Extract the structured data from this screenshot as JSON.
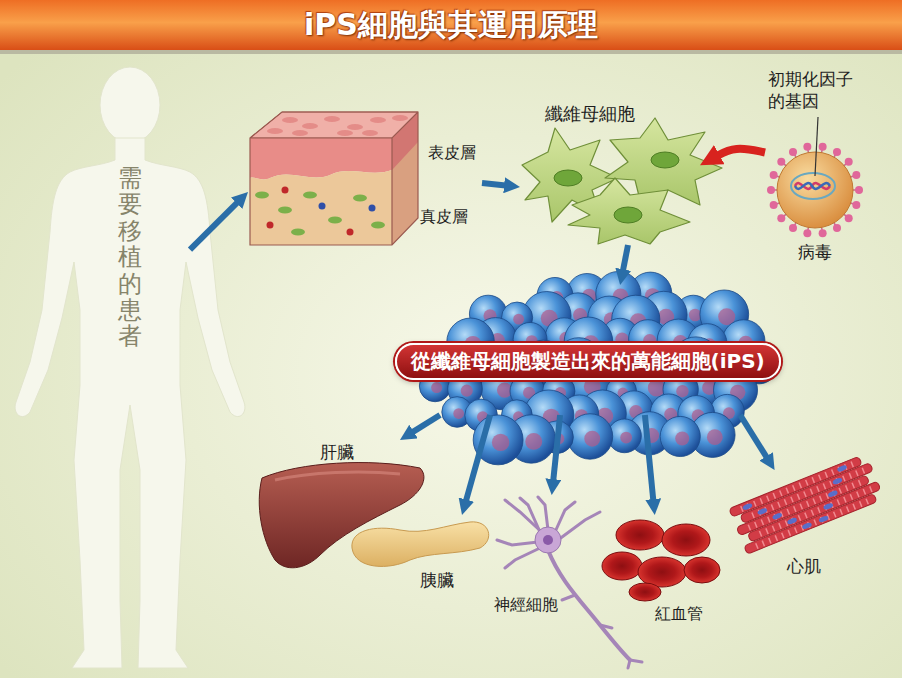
{
  "diagram": {
    "title": "iPS細胞與其運用原理",
    "nodes": [
      {
        "text": [
          "需要移植的患者"
        ]
      },
      {
        "text": [
          "表皮層",
          "真皮層"
        ]
      },
      {
        "text": [
          "纖維母細胞"
        ]
      },
      {
        "text": [
          "病毒"
        ]
      },
      {
        "text": [
          "從纖維母細胞製造出來的萬能細胞(iPS)"
        ]
      },
      {
        "text": [
          "肝臟"
        ]
      },
      {
        "text": [
          "胰臟"
        ]
      },
      {
        "text": [
          "神經細胞"
        ]
      },
      {
        "text": [
          "紅血管"
        ]
      },
      {
        "text": [
          "心肌"
        ]
      }
    ],
    "edges": [
      {
        "from": 0,
        "to": 1,
        "arrow": "to"
      },
      {
        "from": 1,
        "to": 2,
        "arrow": "to"
      },
      {
        "from": 3,
        "to": 2,
        "arrow": "to"
      },
      {
        "from": 2,
        "to": 4,
        "arrow": "to"
      },
      {
        "from": 4,
        "to": 5,
        "arrow": "to"
      },
      {
        "from": 4,
        "to": 6,
        "arrow": "to"
      },
      {
        "from": 4,
        "to": 7,
        "arrow": "to"
      },
      {
        "from": 4,
        "to": 8,
        "arrow": "to"
      },
      {
        "from": 4,
        "to": 9,
        "arrow": "to"
      }
    ],
    "labels": [
      "初期化因子 的基因"
    ]
  }
}
